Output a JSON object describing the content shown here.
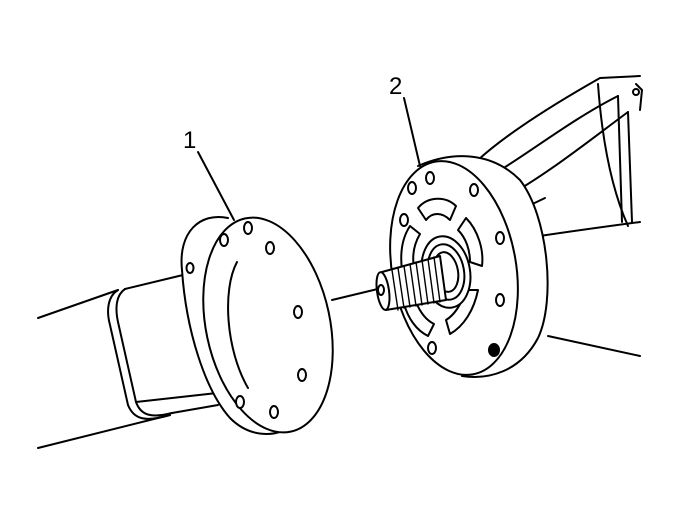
{
  "callouts": [
    {
      "id": "1",
      "text": "1"
    },
    {
      "id": "2",
      "text": "2"
    }
  ],
  "colors": {
    "line": "#000000",
    "fill": "#ffffff"
  }
}
